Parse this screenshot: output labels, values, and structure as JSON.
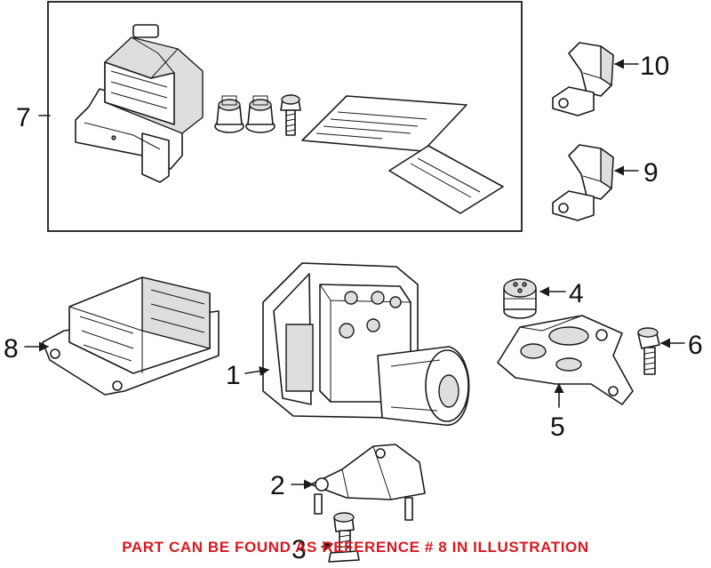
{
  "diagram": {
    "callouts": [
      {
        "id": "1",
        "label": "1"
      },
      {
        "id": "2",
        "label": "2"
      },
      {
        "id": "3",
        "label": "3"
      },
      {
        "id": "4",
        "label": "4"
      },
      {
        "id": "5",
        "label": "5"
      },
      {
        "id": "6",
        "label": "6"
      },
      {
        "id": "7",
        "label": "7"
      },
      {
        "id": "8",
        "label": "8"
      },
      {
        "id": "9",
        "label": "9"
      },
      {
        "id": "10",
        "label": "10"
      }
    ]
  },
  "footer": {
    "note": "PART CAN BE FOUND AS REFERENCE # 8 IN ILLUSTRATION"
  },
  "colors": {
    "note": "#d71920",
    "line": "#1a1a1a"
  }
}
